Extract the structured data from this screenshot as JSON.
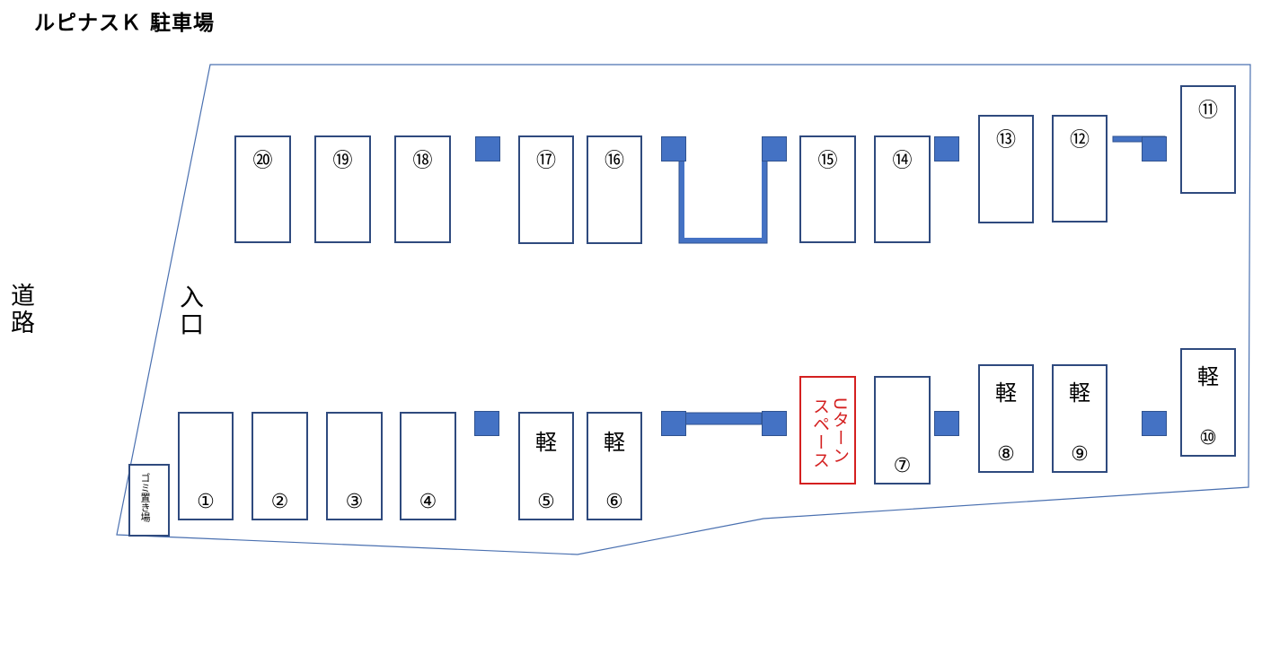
{
  "title": "ルピナスＫ 駐車場",
  "road_label": [
    "道",
    "路"
  ],
  "entrance_label": [
    "入",
    "口"
  ],
  "kei_label": "軽",
  "trash_label": "ゴミ置き場",
  "uturn_label": [
    "Uターン",
    "スペース"
  ],
  "slots_top": [
    {
      "id": "s20",
      "num": "⑳"
    },
    {
      "id": "s19",
      "num": "⑲"
    },
    {
      "id": "s18",
      "num": "⑱"
    },
    {
      "id": "s17",
      "num": "⑰"
    },
    {
      "id": "s16",
      "num": "⑯"
    },
    {
      "id": "s15",
      "num": "⑮"
    },
    {
      "id": "s14",
      "num": "⑭"
    },
    {
      "id": "s13",
      "num": "⑬"
    },
    {
      "id": "s12",
      "num": "⑫"
    },
    {
      "id": "s11",
      "num": "⑪"
    }
  ],
  "slots_bottom": [
    {
      "id": "s1",
      "num": "①",
      "kei": false
    },
    {
      "id": "s2",
      "num": "②",
      "kei": false
    },
    {
      "id": "s3",
      "num": "③",
      "kei": false
    },
    {
      "id": "s4",
      "num": "④",
      "kei": false
    },
    {
      "id": "s5",
      "num": "⑤",
      "kei": true
    },
    {
      "id": "s6",
      "num": "⑥",
      "kei": true
    },
    {
      "id": "s7",
      "num": "⑦",
      "kei": false
    },
    {
      "id": "s8",
      "num": "⑧",
      "kei": true
    },
    {
      "id": "s9",
      "num": "⑨",
      "kei": true
    },
    {
      "id": "s10",
      "num": "⑩",
      "kei": true
    }
  ],
  "colors": {
    "slot_border": "#2f4a7e",
    "post_fill": "#4472c4",
    "boundary": "#4a70b0",
    "uturn": "#d42020"
  }
}
